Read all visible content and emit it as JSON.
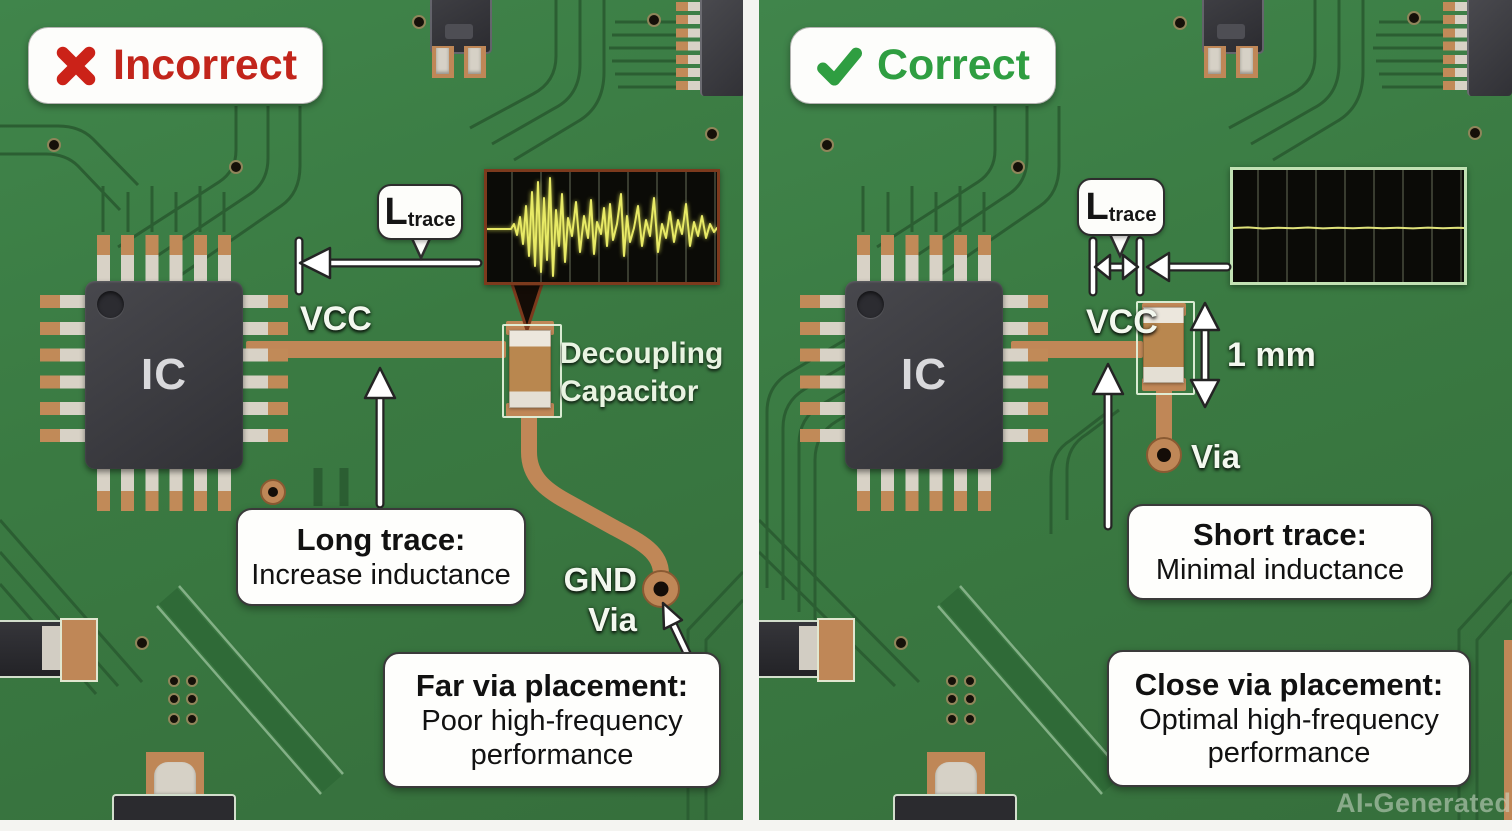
{
  "colors": {
    "pcb_green": "#3a7a42",
    "pcb_trace_dark": "#2b5e32",
    "copper": "#c08757",
    "incorrect_red": "#c2251b",
    "correct_green": "#2f9e41",
    "scope_background": "#0b0b07",
    "waveform_yellow": "#e8ea66",
    "scope_border_incorrect": "#7c3a1d",
    "scope_border_correct": "#c2e2b4"
  },
  "watermark": "AI-Generated",
  "panels": {
    "incorrect": {
      "badge": {
        "label": "Incorrect"
      },
      "ic_label": "IC",
      "vcc_label": "VCC",
      "inductance_symbol": "L",
      "inductance_subscript": "trace",
      "capacitor_label_line1": "Decoupling",
      "capacitor_label_line2": "Capacitor",
      "trace_callout": {
        "title": "Long trace:",
        "body": "Increase inductance"
      },
      "via_label_line1": "GND",
      "via_label_line2": "Via",
      "via_callout": {
        "title": "Far via placement:",
        "body": "Poor high-frequency performance"
      }
    },
    "correct": {
      "badge": {
        "label": "Correct"
      },
      "ic_label": "IC",
      "vcc_label": "VCC",
      "inductance_symbol": "L",
      "inductance_subscript": "trace",
      "dimension_label": "1 mm",
      "via_label": "Via",
      "trace_callout": {
        "title": "Short trace:",
        "body": "Minimal inductance"
      },
      "via_callout": {
        "title": "Close via placement:",
        "body": "Optimal high-frequency performance"
      }
    }
  }
}
